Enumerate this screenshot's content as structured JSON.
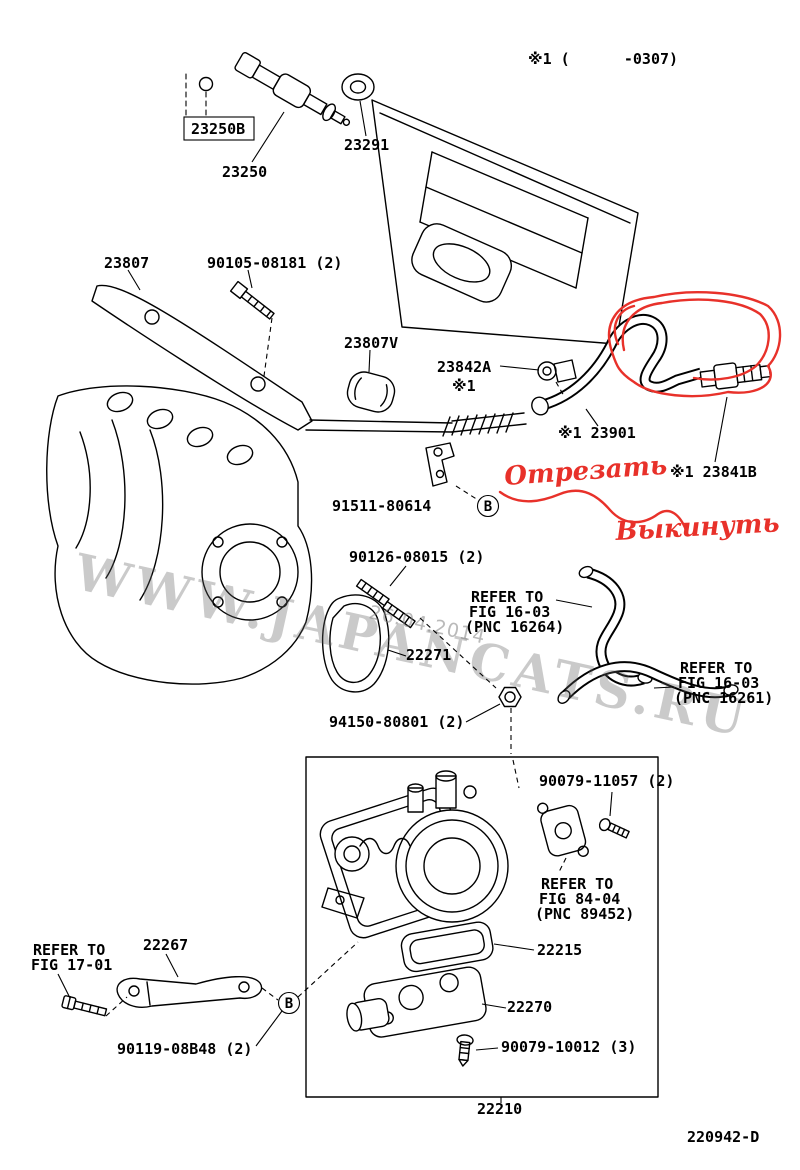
{
  "page": {
    "note_top": "※1 (      -0307)",
    "doc_code": "220942-D"
  },
  "watermark": {
    "site": "WWW.JAPANCATS.RU",
    "date": "26.04.2014"
  },
  "red_annotations": {
    "cut": "Отрезать",
    "discard": "Выкинуть",
    "color": "#e8312a"
  },
  "callouts": {
    "b1": "B",
    "b2": "B"
  },
  "labels": {
    "injector_oring": "23250B",
    "injector": "23250",
    "grommet": "23291",
    "fuel_rail": "23807",
    "rail_bolt": "90105-08181 (2)",
    "rail_damper": "23807V",
    "clamp": "23842A",
    "note1": "※1",
    "fuel_hose": "※1 23901",
    "hose_connector": "※1 23841B",
    "pipe_bracket": "91511-80614",
    "studs": "90126-08015 (2)",
    "tb_gasket": "22271",
    "nut": "94150-80801 (2)",
    "tps_screw": "90079-11057 (2)",
    "isc_gasket": "22215",
    "bracket": "22267",
    "bracket_bolt": "90119-08B48 (2)",
    "isc_valve": "22270",
    "isc_screw": "90079-10012 (3)",
    "throttle_assy": "22210"
  },
  "refer_blocks": {
    "pnc16264": [
      "REFER TO",
      "FIG 16-03",
      "(PNC 16264)"
    ],
    "pnc16261": [
      "REFER TO",
      "FIG 16-03",
      "(PNC 16261)"
    ],
    "pnc89452": [
      "REFER TO",
      "FIG 84-04",
      "(PNC 89452)"
    ],
    "fig1701": [
      "REFER TO",
      "FIG 17-01"
    ]
  }
}
